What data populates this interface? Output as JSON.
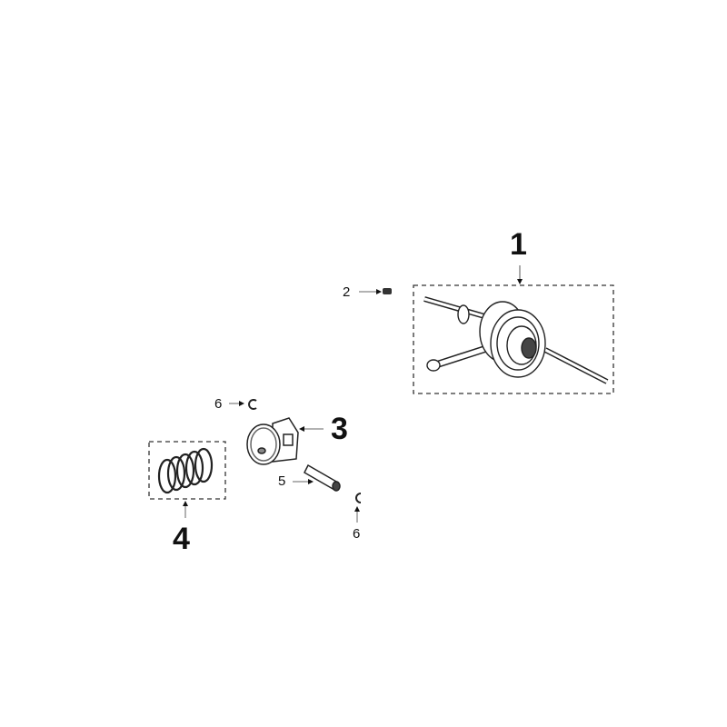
{
  "diagram": {
    "type": "exploded-parts-diagram",
    "parts": [
      {
        "number": "1",
        "name": "crankshaft-assembly",
        "grouped": true
      },
      {
        "number": "2",
        "name": "key"
      },
      {
        "number": "3",
        "name": "piston"
      },
      {
        "number": "4",
        "name": "piston-rings",
        "grouped": true
      },
      {
        "number": "5",
        "name": "piston-pin"
      },
      {
        "number": "6",
        "name": "circlip"
      }
    ],
    "labels": {
      "p1": "1",
      "p2": "2",
      "p3": "3",
      "p4": "4",
      "p5": "5",
      "p6a": "6",
      "p6b": "6"
    }
  }
}
